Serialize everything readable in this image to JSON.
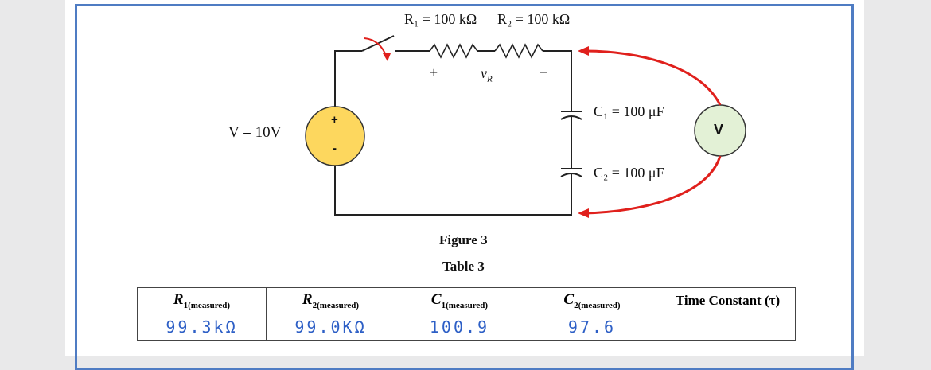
{
  "circuit": {
    "r1_label": "R₁ = 100 kΩ",
    "r2_label": "R₂ = 100 kΩ",
    "plus": "+",
    "minus": "−",
    "vr": "v",
    "vr_sub": "R",
    "voltage_label": "V = 10V",
    "source_plus": "+",
    "source_minus": "-",
    "c1_label": "C₁ = 100 μF",
    "c2_label": "C₂ = 100 μF",
    "voltmeter": "V",
    "colors": {
      "source_fill": "#fdd75e",
      "voltmeter_fill": "#e3f1d6",
      "arrow": "#e0201c"
    }
  },
  "figure_caption": "Figure 3",
  "table_caption": "Table 3",
  "table": {
    "headers": [
      {
        "main": "R",
        "sub": "1(measured)"
      },
      {
        "main": "R",
        "sub": "2(measured)"
      },
      {
        "main": "C",
        "sub": "1(measured)"
      },
      {
        "main": "C",
        "sub": "2(measured)"
      },
      {
        "main": "Time Constant (τ)",
        "sub": ""
      }
    ],
    "values": [
      "99.3kΩ",
      "99.0KΩ",
      "100.9",
      "97.6",
      ""
    ]
  }
}
